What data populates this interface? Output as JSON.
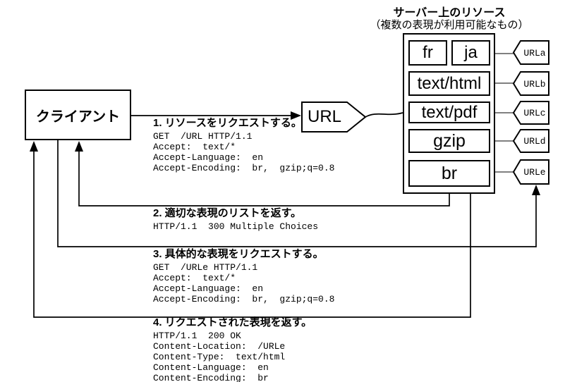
{
  "header": {
    "title": "サーバー上のリソース",
    "subtitle": "（複数の表現が利用可能なもの）"
  },
  "client": {
    "label": "クライアント"
  },
  "url_node": {
    "label": "URL"
  },
  "resource_rows": [
    {
      "cells": [
        "fr",
        "ja"
      ],
      "tag": "URLa"
    },
    {
      "cells": [
        "text/html"
      ],
      "tag": "URLb"
    },
    {
      "cells": [
        "text/pdf"
      ],
      "tag": "URLc"
    },
    {
      "cells": [
        "gzip"
      ],
      "tag": "URLd"
    },
    {
      "cells": [
        "br"
      ],
      "tag": "URLe"
    }
  ],
  "messages": [
    {
      "title": "1. リソースをリクエストする。",
      "body": "GET  /URL HTTP/1.1\nAccept:  text/*\nAccept-Language:  en\nAccept-Encoding:  br,  gzip;q=0.8"
    },
    {
      "title": "2. 適切な表現のリストを返す。",
      "body": "HTTP/1.1  300 Multiple Choices"
    },
    {
      "title": "3. 具体的な表現をリクエストする。",
      "body": "GET  /URLe HTTP/1.1\nAccept:  text/*\nAccept-Language:  en\nAccept-Encoding:  br,  gzip;q=0.8"
    },
    {
      "title": "4. リクエストされた表現を返す。",
      "body": "HTTP/1.1  200 OK\nContent-Location:  /URLe\nContent-Type:  text/html\nContent-Language:  en\nContent-Encoding:  br"
    }
  ],
  "colors": {
    "line": "#000000",
    "connector": "#808080",
    "bg": "#ffffff",
    "text": "#000000"
  }
}
